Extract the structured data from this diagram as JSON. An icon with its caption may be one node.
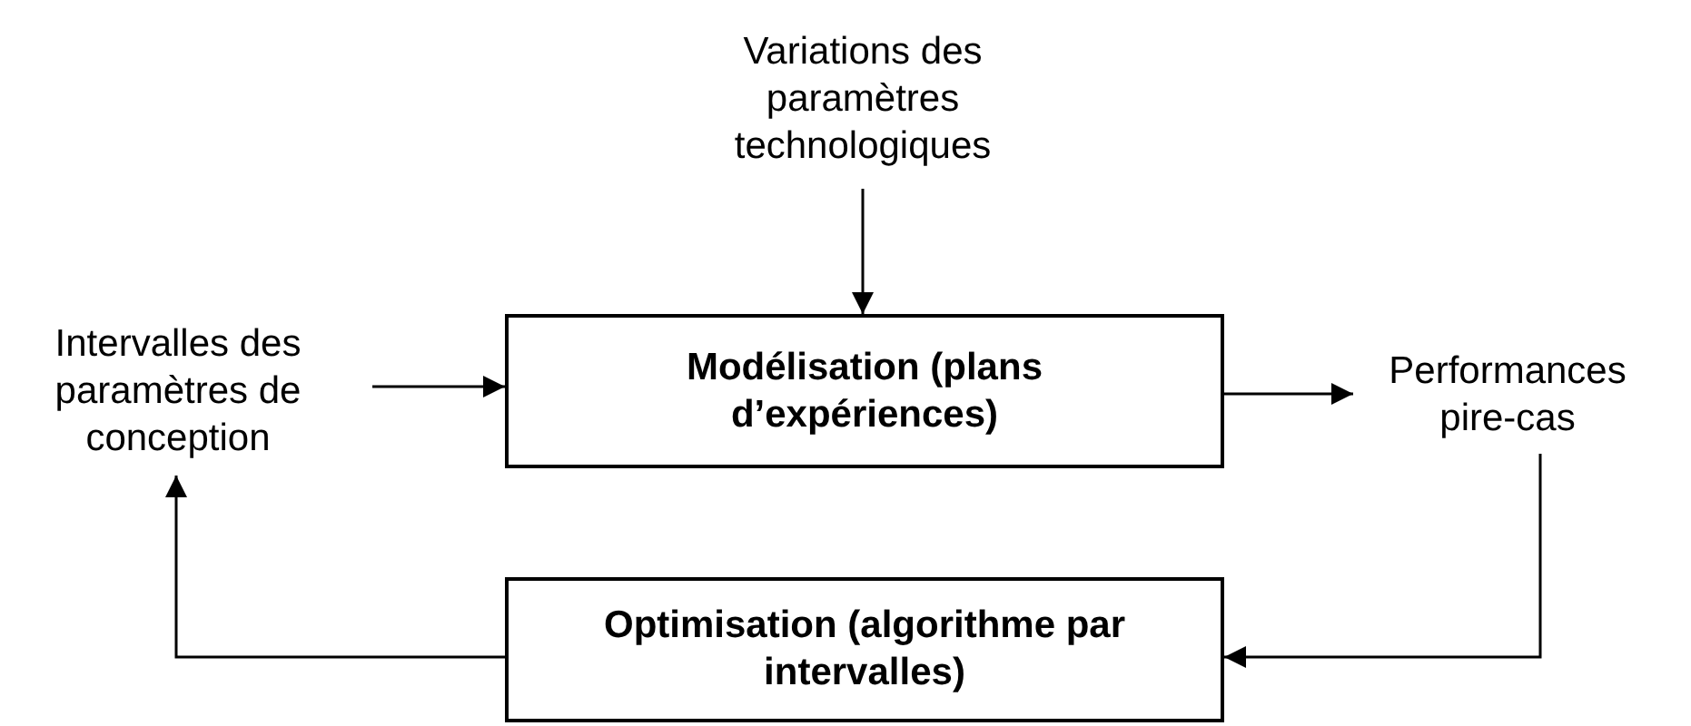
{
  "diagram": {
    "nodes": [
      {
        "text": [
          "Variations des paramètres technologiques"
        ]
      },
      {
        "text": [
          "Intervalles des paramètres de conception"
        ]
      },
      {
        "text": [
          "Modélisation (plans d’expériences)"
        ]
      },
      {
        "text": [
          "Performances pire-cas"
        ]
      },
      {
        "text": [
          "Optimisation (algorithme par intervalles)"
        ]
      }
    ],
    "edges": [
      {
        "from": 0,
        "to": 2,
        "arrow": "to"
      },
      {
        "from": 1,
        "to": 2,
        "arrow": "to"
      },
      {
        "from": 2,
        "to": 3,
        "arrow": "to"
      },
      {
        "from": 3,
        "to": 4,
        "arrow": "to"
      },
      {
        "from": 4,
        "to": 1,
        "arrow": "to"
      }
    ]
  }
}
